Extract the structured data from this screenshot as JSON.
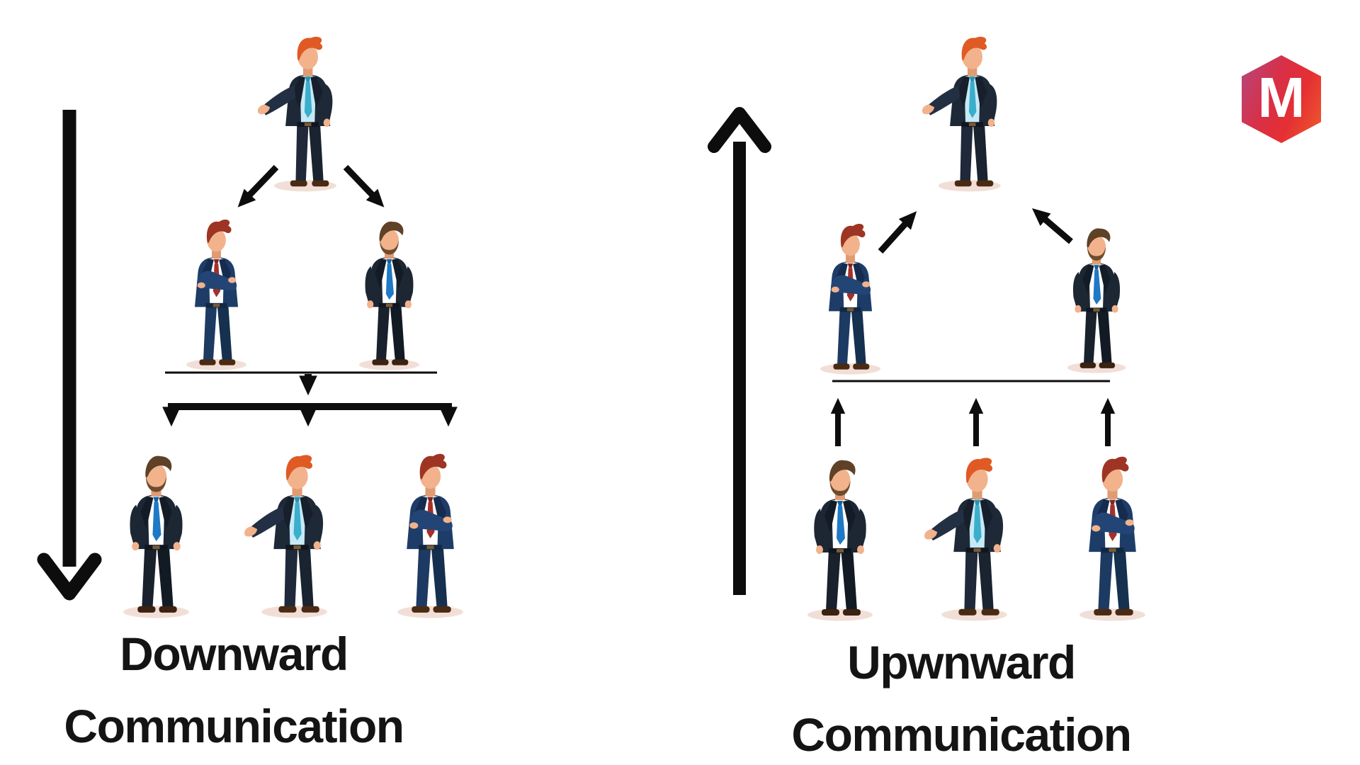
{
  "page": {
    "background": "#ffffff",
    "arrow_color": "#0d0d0d",
    "text_color": "#141414"
  },
  "logo": {
    "letter": "M",
    "shape": "hexagon",
    "gradient_from": "#B3487F",
    "gradient_mid": "#DD2D3F",
    "gradient_to": "#EF5C2E"
  },
  "left_diagram": {
    "title_line1": "Downward",
    "title_line2": "Communication",
    "direction": "downward",
    "flow_indicator": "big-down-arrow",
    "levels": {
      "top": [
        "manager-gesturing-orange-hair-teal-tie"
      ],
      "middle": [
        "employee-crossed-arms-red-tie-navy-suit",
        "employee-beard-blue-tie-black-suit"
      ],
      "bottom": [
        "employee-beard-blue-tie-black-suit",
        "manager-gesturing-orange-hair-teal-tie",
        "employee-crossed-arms-red-tie-navy-suit"
      ]
    },
    "arrows": [
      "top-to-middle-left",
      "top-to-middle-right",
      "middle-bar-to-center",
      "branch-bar-to-bottom-left",
      "branch-bar-to-bottom-center",
      "branch-bar-to-bottom-right"
    ]
  },
  "right_diagram": {
    "title_line1": "Upwnward",
    "title_line2": "Communication",
    "direction": "upward",
    "flow_indicator": "big-up-arrow",
    "levels": {
      "top": [
        "manager-gesturing-orange-hair-teal-tie"
      ],
      "middle": [
        "employee-crossed-arms-red-tie-navy-suit",
        "employee-beard-blue-tie-black-suit"
      ],
      "bottom": [
        "employee-beard-blue-tie-black-suit",
        "manager-gesturing-orange-hair-teal-tie",
        "employee-crossed-arms-red-tie-navy-suit"
      ]
    },
    "arrows": [
      "middle-left-to-top",
      "middle-right-to-top",
      "bottom-left-to-bar",
      "bottom-center-to-bar",
      "bottom-right-to-bar"
    ]
  },
  "figure_colors": {
    "skin": "#F2B28C",
    "skin_shade": "#E09B73",
    "suit_black": "#1E2937",
    "suit_navy": "#1E3C68",
    "shirt_blue": "#C6E9F6",
    "shirt_white": "#FFFFFF",
    "tie_teal": "#3BAECB",
    "tie_red": "#A5302A",
    "tie_blue": "#1F79C5",
    "hair_orange": "#E05A24",
    "hair_auburn": "#9E3524",
    "hair_brown": "#5E4127",
    "shoe": "#4A2A13",
    "ground_shadow": "#F1DFD7"
  }
}
